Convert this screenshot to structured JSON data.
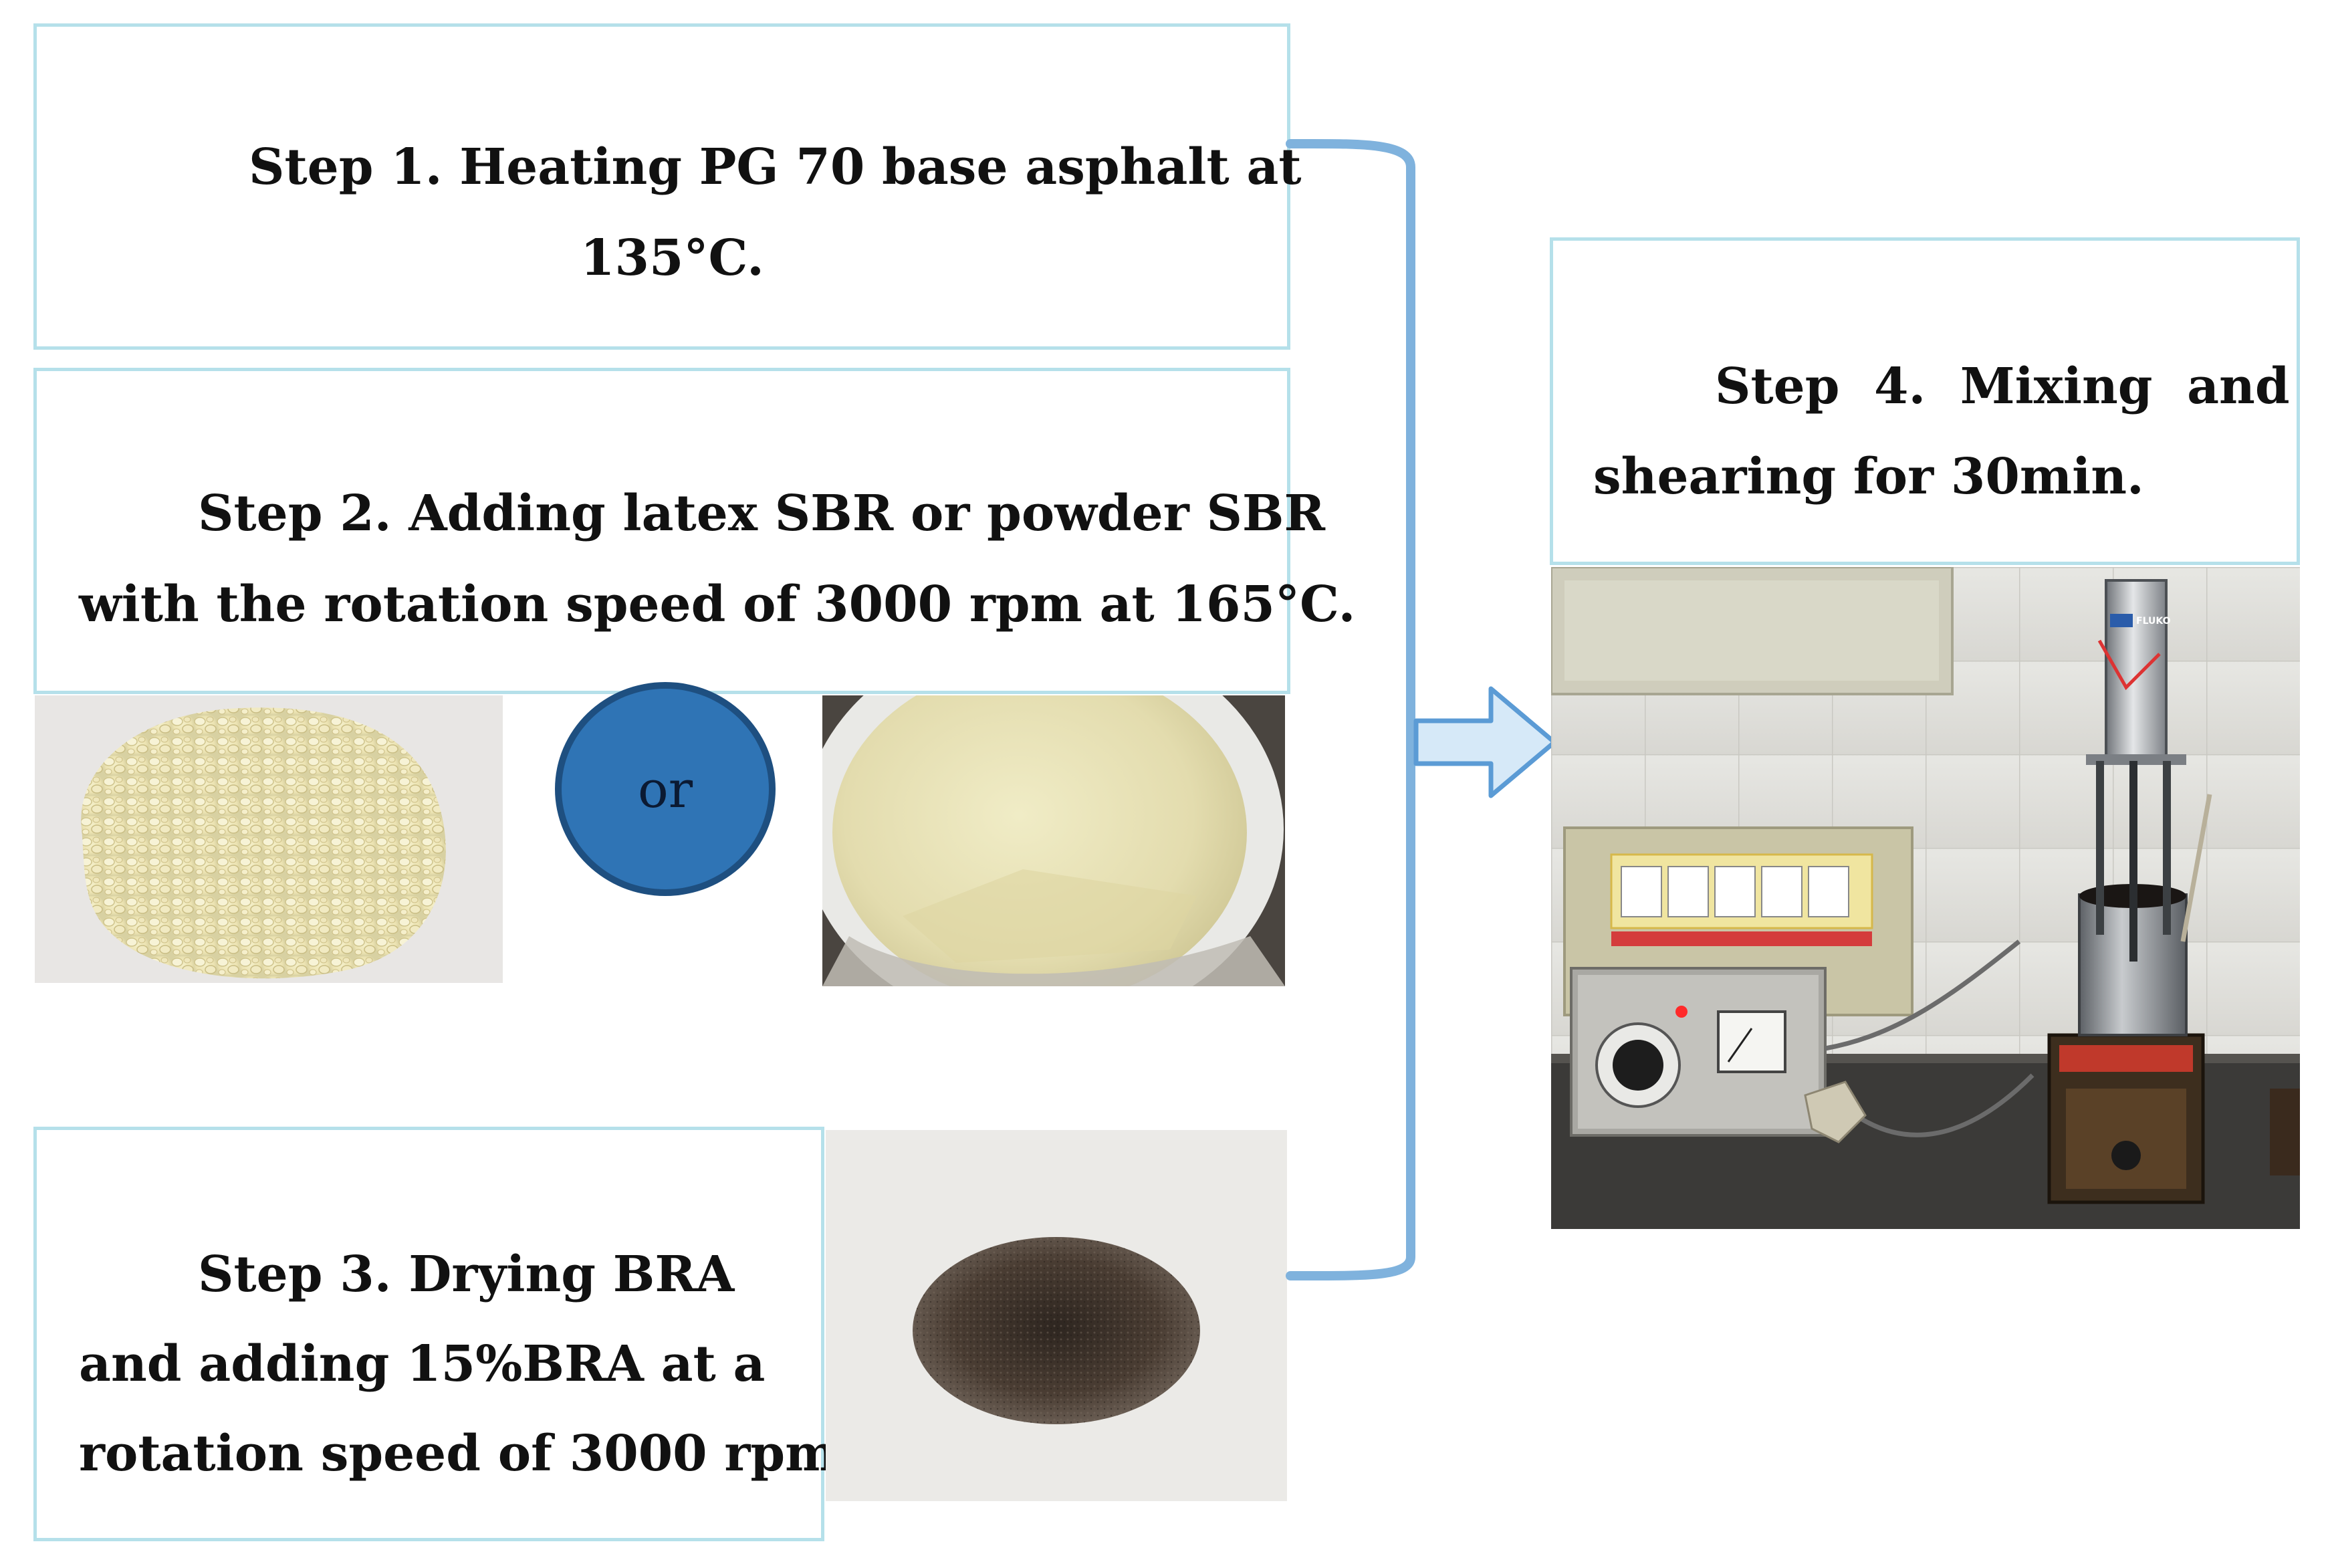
{
  "steps": {
    "step1": {
      "line1": "Step 1. Heating PG 70 base asphalt at",
      "line2": "135°C."
    },
    "step2": {
      "line1": "Step 2. Adding latex SBR or powder SBR",
      "line2": "with the rotation speed of 3000 rpm at 165°C."
    },
    "step3": {
      "line1": "Step 3. Drying BRA",
      "line2": "and adding 15%BRA at a",
      "line3": "rotation speed of 3000 rpm."
    },
    "step4": {
      "line1": "Step  4.  Mixing  and",
      "line2": "shearing for 30min."
    }
  },
  "connector": {
    "label": "or"
  },
  "equipment": {
    "brand_label": "FLUKO"
  },
  "colors": {
    "box_border": "#b5e0ea",
    "bracket": "#7fb2dd",
    "arrow_fill": "#d6e9f8",
    "arrow_stroke": "#5b9bd5",
    "or_fill": "#2f74b5",
    "or_stroke": "#1e4f80"
  },
  "icons": {
    "flow_arrow": "right-arrow-icon"
  }
}
